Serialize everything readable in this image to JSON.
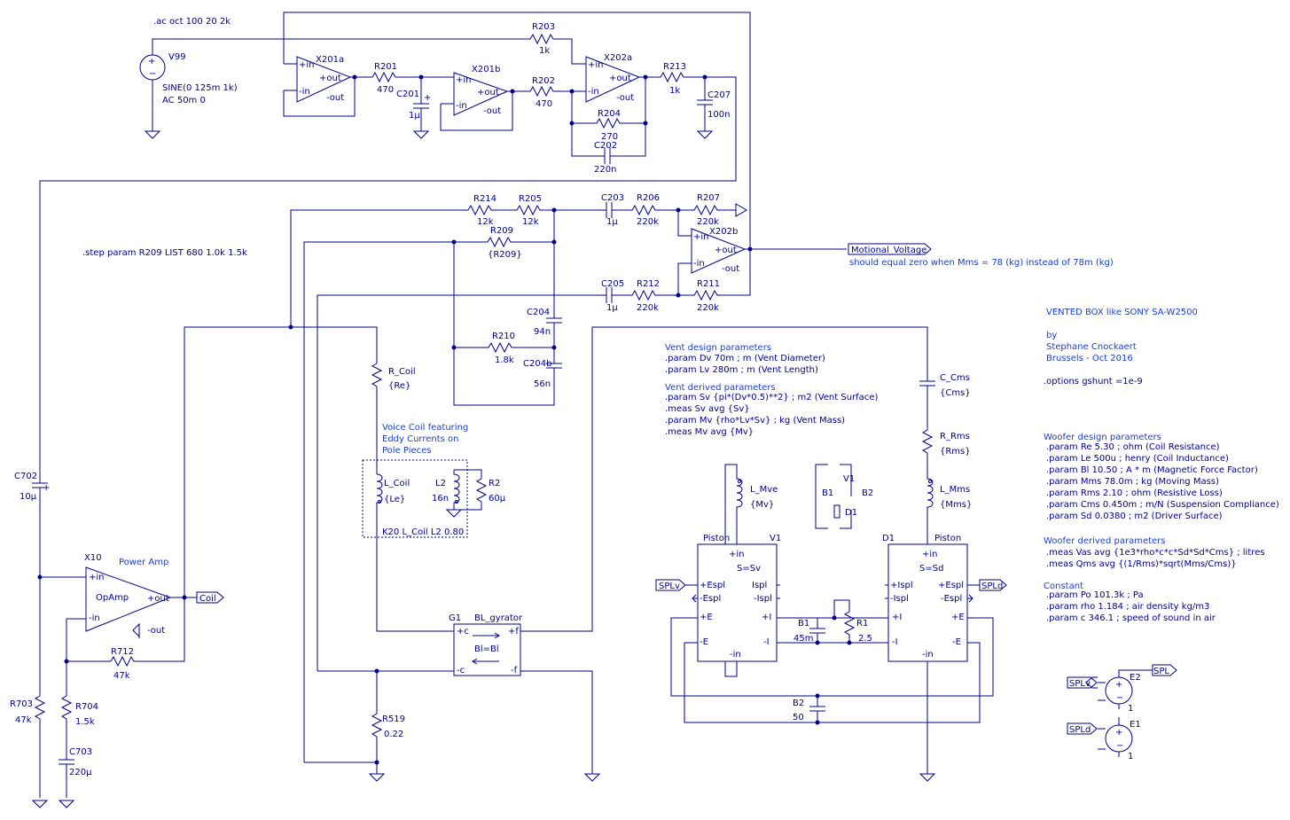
{
  "directives": {
    "ac": ".ac oct 100 20 2k",
    "step": ".step param R209 LIST 680 1.0k 1.5k",
    "coupling": "K20 L_Coil L2 0.80",
    "options": ".options gshunt =1e-9"
  },
  "sources": {
    "v99": {
      "name": "V99",
      "line1": "SINE(0 125m 1k)",
      "line2": "AC 50m 0"
    }
  },
  "components": {
    "X201a": "X201a",
    "X201b": "X201b",
    "X202a": "X202a",
    "X202b": "X202b",
    "X10": "X10",
    "R201": "R201",
    "R201v": "470",
    "C201": "C201",
    "C201v": "1µ",
    "R202": "R202",
    "R202v": "470",
    "R203": "R203",
    "R203v": "1k",
    "R204": "R204",
    "R204v": "270",
    "C202": "C202",
    "C202v": "220n",
    "R213": "R213",
    "R213v": "1k",
    "C207": "C207",
    "C207v": "100n",
    "R214": "R214",
    "R214v": "12k",
    "R205": "R205",
    "R205v": "12k",
    "C203": "C203",
    "C203v": "1µ",
    "R206": "R206",
    "R206v": "220k",
    "R207": "R207",
    "R207v": "220k",
    "R209": "R209",
    "R209v": "{R209}",
    "C204": "C204",
    "C204v": "94n",
    "R210": "R210",
    "R210v": "1.8k",
    "C204b": "C204b",
    "C204bv": "56n",
    "C205": "C205",
    "C205v": "1µ",
    "R212": "R212",
    "R212v": "220k",
    "R211": "R211",
    "R211v": "220k",
    "C702": "C702",
    "C702v": "10µ",
    "R703": "R703",
    "R703v": "47k",
    "R704": "R704",
    "R704v": "1.5k",
    "C703": "C703",
    "C703v": "220µ",
    "R712": "R712",
    "R712v": "47k",
    "RCoil": "R_Coil",
    "RCoilv": "{Re}",
    "LCoil": "L_Coil",
    "LCoilv": "{Le}",
    "L2": "L2",
    "L2v": "16n",
    "R2": "R2",
    "R2v": "60µ",
    "G1": "G1",
    "G1sub": "BL_gyrator",
    "G1eq": "Bl=Bl",
    "R519": "R519",
    "R519v": "0.22",
    "CCms": "C_Cms",
    "CCmsv": "{Cms}",
    "RRms": "R_Rms",
    "RRmsv": "{Rms}",
    "LMms": "L_Mms",
    "LMmsv": "{Mms}",
    "LMve": "L_Mve",
    "LMvev": "{Mv}",
    "V1": "V1",
    "D1": "D1",
    "B1": "B1",
    "B2": "B2",
    "B1v": "45m",
    "R1": "R1",
    "R1v": "2.5",
    "B2v": "50",
    "E1": "E1",
    "E2": "E2",
    "one": "1",
    "pistonL": "Piston",
    "pistonR": "Piston",
    "SSv": "S=Sv",
    "SSd": "S=Sd"
  },
  "pins": {
    "in_p": "+in",
    "in_m": "-in",
    "out_p": "+out",
    "out_m": "-out",
    "c_p": "+c",
    "c_m": "-c",
    "f_p": "+f",
    "f_m": "-f",
    "espl_p": "+Espl",
    "espl_m": "-Espl",
    "ispl_p": "+Ispl",
    "ispl_m": "-Ispl",
    "ispl_l": "Ispl",
    "e_p": "+E",
    "e_m": "-E",
    "i_p": "+I",
    "i_m": "-I",
    "opamp": "OpAmp"
  },
  "labels": {
    "motional": "Motional_Voltage",
    "motional_note": "should equal zero when Mms = 78 (kg) instead of 78m (kg)",
    "coil": "Coil",
    "power_amp": "Power Amp",
    "voice_coil": [
      "Voice Coil featuring",
      "Eddy Currents on",
      "Pole Pieces"
    ],
    "spl": "SPL",
    "splv": "SPLv",
    "spld": "SPLd"
  },
  "title_block": {
    "title": "VENTED BOX like SONY SA-W2500",
    "by": "by",
    "author": "Stephane Cnockaert",
    "place": "Brussels - Oct 2016"
  },
  "vent": {
    "design_title": "Vent design parameters",
    "design": [
      ".param Dv 70m ; m (Vent Diameter)",
      ".param Lv 280m ; m (Vent Length)"
    ],
    "derived_title": "Vent derived parameters",
    "derived": [
      ".param Sv {pi*(Dv*0.5)**2} ; m2 (Vent Surface)",
      ".meas Sv avg {Sv}",
      ".param Mv {rho*Lv*Sv} ; kg (Vent Mass)",
      ".meas Mv avg {Mv}"
    ]
  },
  "woofer": {
    "design_title": "Woofer design parameters",
    "design": [
      ".param Re 5.30 ; ohm (Coil Resistance)",
      ".param Le 500u ; henry (Coil Inductance)",
      ".param Bl 10.50 ; A * m (Magnetic Force Factor)",
      ".param Mms 78.0m ; kg (Moving Mass)",
      ".param Rms 2.10 ; ohm (Resistive Loss)",
      ".param Cms 0.450m ; m/N (Suspension Compliance)",
      ".param Sd 0.0380 ; m2 (Driver Surface)"
    ],
    "derived_title": "Woofer derived parameters",
    "derived": [
      ".meas Vas avg {1e3*rho*c*c*Sd*Sd*Cms} ; litres",
      ".meas Qms avg {(1/Rms)*sqrt(Mms/Cms)}"
    ],
    "const_title": "Constant",
    "const": [
      ".param Po 101.3k ; Pa",
      ".param rho 1.184 ; air density kg/m3",
      ".param c 346.1 ; speed of sound in air"
    ]
  }
}
